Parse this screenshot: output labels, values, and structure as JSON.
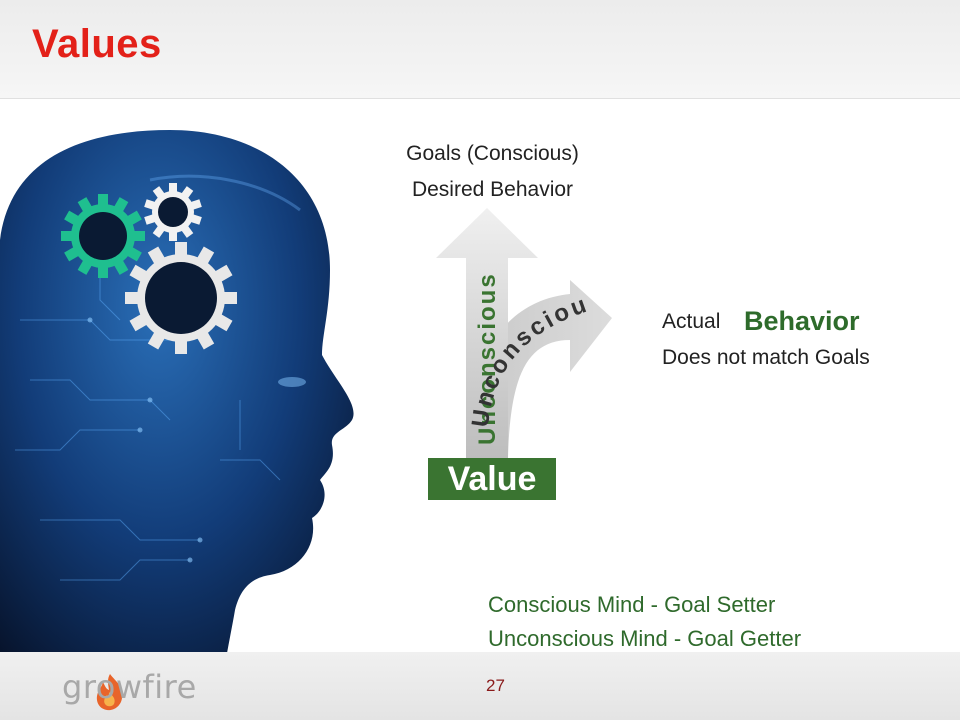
{
  "slide": {
    "title": "Values",
    "page_number": "27"
  },
  "brand": {
    "logo_text": "growfire",
    "logo_icon": "flame-icon",
    "accent": "#e32119",
    "green": "#2e6b2b"
  },
  "diagram": {
    "goals_line1": "Goals (Conscious)",
    "goals_line2": "Desired Behavior",
    "actual_label": "Actual",
    "behavior_label": "Behavior",
    "mismatch_label": "Does not match Goals",
    "vertical_arrow_label": "Unconscious",
    "curved_arrow_label": "Unconscious",
    "value_label": "Value"
  },
  "notes": {
    "line1": "Conscious Mind - Goal Setter",
    "line2": "Unconscious Mind - Goal Getter"
  }
}
